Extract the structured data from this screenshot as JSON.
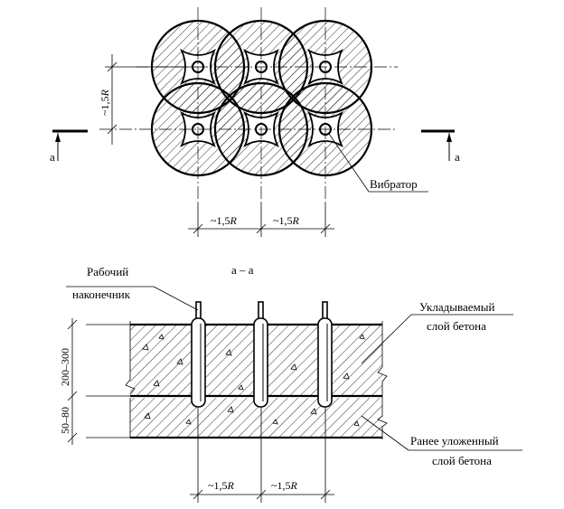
{
  "plan": {
    "section_mark": "а",
    "vibrator_label": "Вибратор",
    "dim_vertical": "~1,5",
    "dim_h1": "~1,5",
    "dim_h2": "~1,5",
    "dim_symbol": "R"
  },
  "section": {
    "title": "а – а",
    "tip_label_line1": "Рабочий",
    "tip_label_line2": "наконечник",
    "layer_new_line1": "Укладываемый",
    "layer_new_line2": "слой бетона",
    "layer_old_line1": "Ранее уложенный",
    "layer_old_line2": "слой бетона",
    "depth_upper": "200–300",
    "depth_lower": "50–80",
    "dim_h1": "~1,5",
    "dim_h2": "~1,5",
    "dim_symbol": "R"
  }
}
